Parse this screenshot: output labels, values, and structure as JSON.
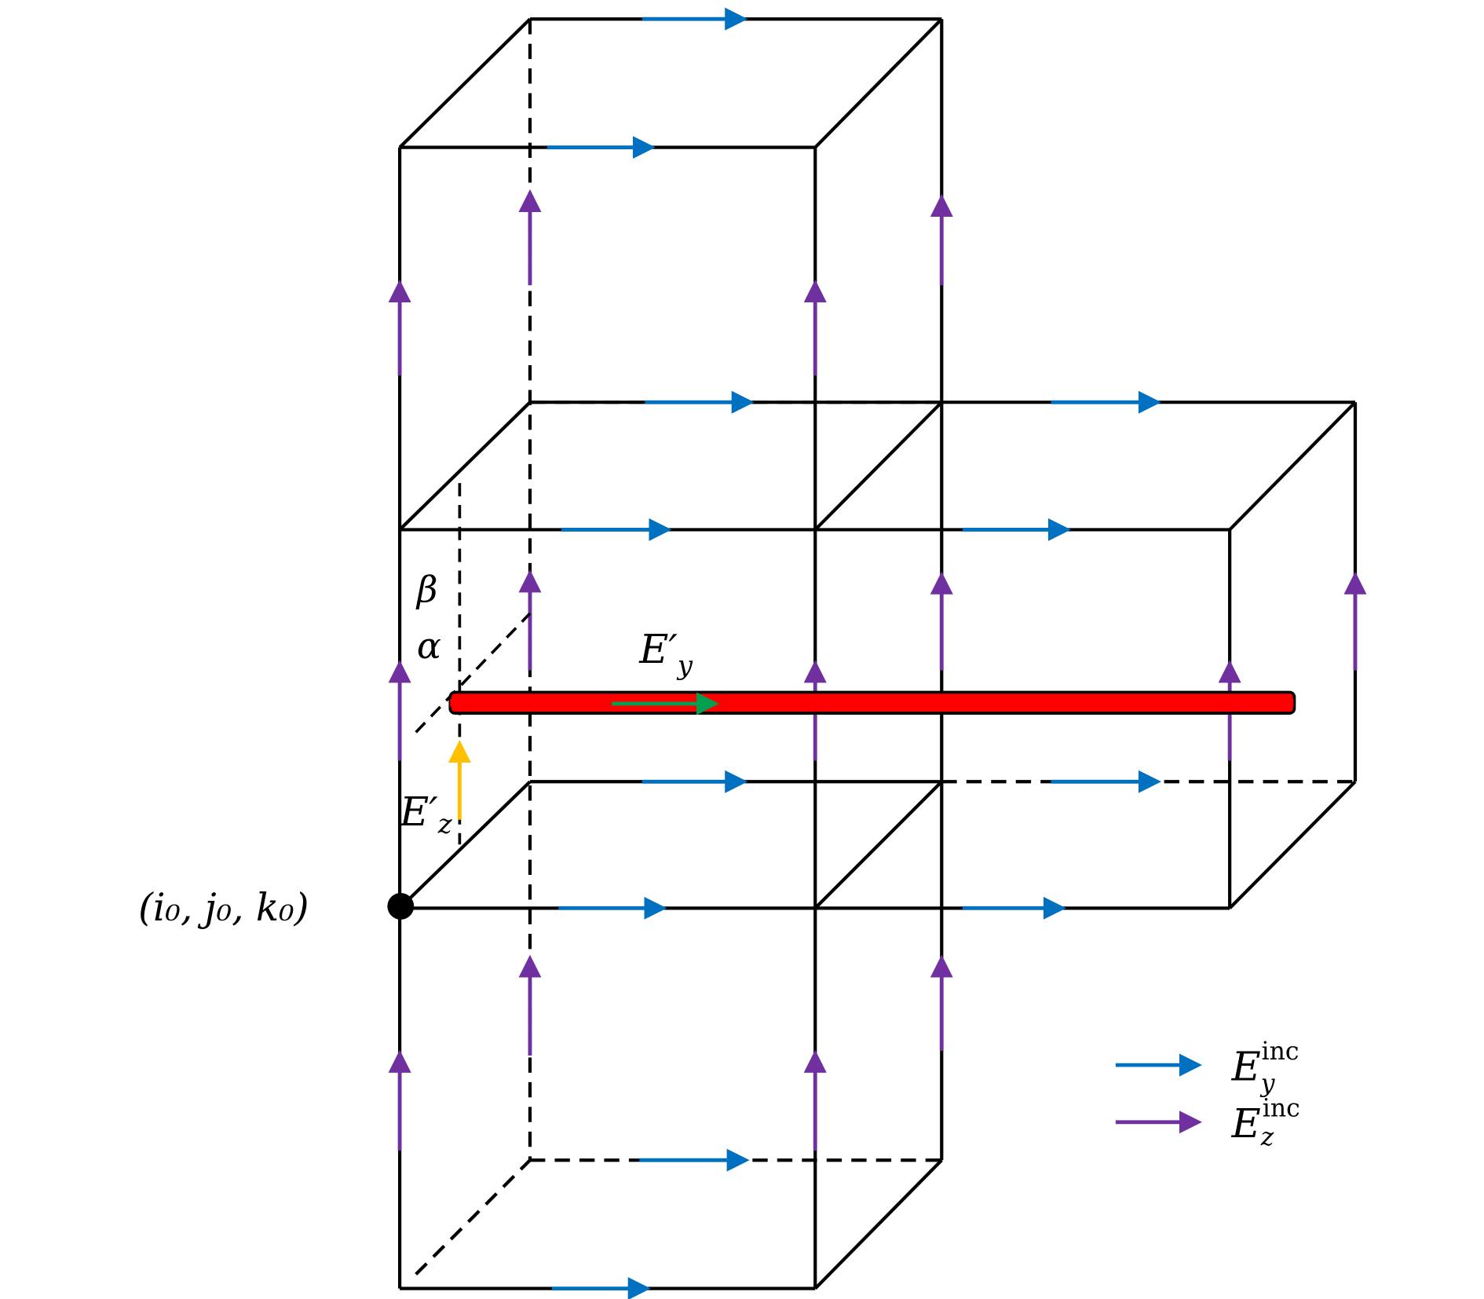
{
  "labels": {
    "beta": "β",
    "alpha": "α",
    "ey_prime": "E′",
    "ey_prime_sub": "y",
    "ez_prime": "E′",
    "ez_prime_sub": "z",
    "origin": "(i₀, j₀, k₀)"
  },
  "legend": [
    {
      "symbol": "E",
      "sub": "y",
      "sup": "inc",
      "color": "#0070c0"
    },
    {
      "symbol": "E",
      "sub": "z",
      "sup": "inc",
      "color": "#7030a0"
    }
  ],
  "colors": {
    "ey_inc": "#0070c0",
    "ez_inc": "#7030a0",
    "wire": "#ff0000",
    "ey_prime_arrow": "#00a050",
    "ez_prime_arrow": "#ffc000"
  }
}
